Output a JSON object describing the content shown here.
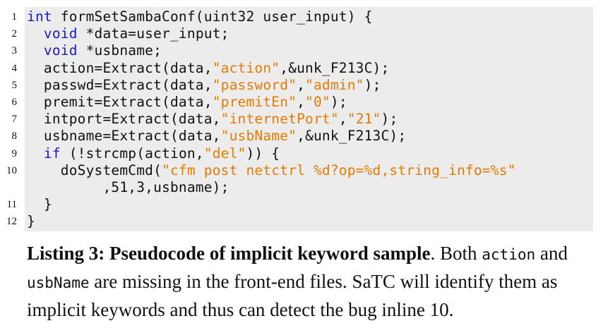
{
  "listing": {
    "lines": [
      {
        "num": "1",
        "parts": [
          {
            "t": "int",
            "c": "kw"
          },
          {
            "t": " formSetSambaConf(uint32 user_input) {",
            "c": ""
          }
        ]
      },
      {
        "num": "2",
        "parts": [
          {
            "t": "  ",
            "c": ""
          },
          {
            "t": "void",
            "c": "kw"
          },
          {
            "t": " *data=user_input;",
            "c": ""
          }
        ]
      },
      {
        "num": "3",
        "parts": [
          {
            "t": "  ",
            "c": ""
          },
          {
            "t": "void",
            "c": "kw"
          },
          {
            "t": " *usbname;",
            "c": ""
          }
        ]
      },
      {
        "num": "4",
        "parts": [
          {
            "t": "  action=Extract(data,",
            "c": ""
          },
          {
            "t": "\"action\"",
            "c": "str"
          },
          {
            "t": ",&unk_F213C);",
            "c": ""
          }
        ]
      },
      {
        "num": "5",
        "parts": [
          {
            "t": "  passwd=Extract(data,",
            "c": ""
          },
          {
            "t": "\"password\"",
            "c": "str"
          },
          {
            "t": ",",
            "c": ""
          },
          {
            "t": "\"admin\"",
            "c": "str"
          },
          {
            "t": ");",
            "c": ""
          }
        ]
      },
      {
        "num": "6",
        "parts": [
          {
            "t": "  premit=Extract(data,",
            "c": ""
          },
          {
            "t": "\"premitEn\"",
            "c": "str"
          },
          {
            "t": ",",
            "c": ""
          },
          {
            "t": "\"0\"",
            "c": "str"
          },
          {
            "t": ");",
            "c": ""
          }
        ]
      },
      {
        "num": "7",
        "parts": [
          {
            "t": "  intport=Extract(data,",
            "c": ""
          },
          {
            "t": "\"internetPort\"",
            "c": "str"
          },
          {
            "t": ",",
            "c": ""
          },
          {
            "t": "\"21\"",
            "c": "str"
          },
          {
            "t": ");",
            "c": ""
          }
        ]
      },
      {
        "num": "8",
        "parts": [
          {
            "t": "  usbname=Extract(data,",
            "c": ""
          },
          {
            "t": "\"usbName\"",
            "c": "str"
          },
          {
            "t": ",&unk_F213C);",
            "c": ""
          }
        ]
      },
      {
        "num": "9",
        "parts": [
          {
            "t": "  ",
            "c": ""
          },
          {
            "t": "if",
            "c": "kw"
          },
          {
            "t": " (!strcmp(action,",
            "c": ""
          },
          {
            "t": "\"del\"",
            "c": "str"
          },
          {
            "t": ")) {",
            "c": ""
          }
        ]
      },
      {
        "num": "10",
        "parts": [
          {
            "t": "    doSystemCmd(",
            "c": ""
          },
          {
            "t": "\"cfm post netctrl %d?op=%d,string_info=%s\"",
            "c": "str"
          }
        ]
      },
      {
        "num": "",
        "parts": [
          {
            "t": "         ,51,3,usbname);",
            "c": ""
          }
        ]
      },
      {
        "num": "11",
        "parts": [
          {
            "t": "  }",
            "c": ""
          }
        ]
      },
      {
        "num": "12",
        "parts": [
          {
            "t": "}",
            "c": ""
          }
        ]
      }
    ]
  },
  "caption": {
    "label": "Listing 3: Pseudocode of implicit keyword sample",
    "after_label": ". Both ",
    "code1": "action",
    "mid1": " and ",
    "code2": "usbName",
    "rest": " are missing in the front-end files. SaTC will identify them as implicit keywords and thus can detect the bug inline 10."
  },
  "colors": {
    "keyword": "#1a1acc",
    "string": "#e87a00",
    "code_background": "#ececec"
  }
}
